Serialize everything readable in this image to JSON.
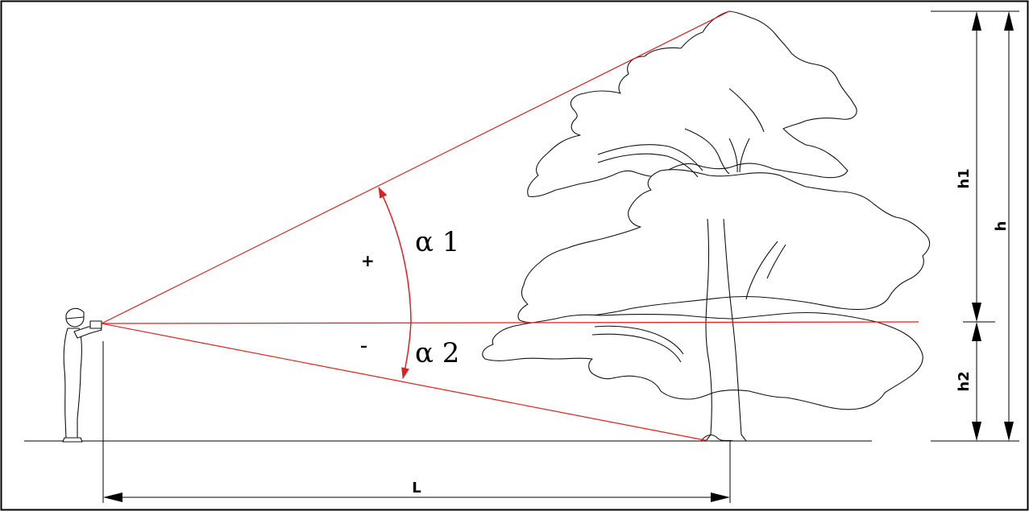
{
  "labels": {
    "alpha1": "α 1",
    "alpha2": "α 2",
    "plus": "+",
    "minus": "–",
    "h1": "h1",
    "h2": "h2",
    "h": "h",
    "L": "L"
  },
  "colors": {
    "sight_line": "#e02020",
    "ink": "#000000",
    "background": "#ffffff"
  },
  "icons": {
    "observer": "person-with-clinometer-icon",
    "tree": "tree-icon"
  }
}
